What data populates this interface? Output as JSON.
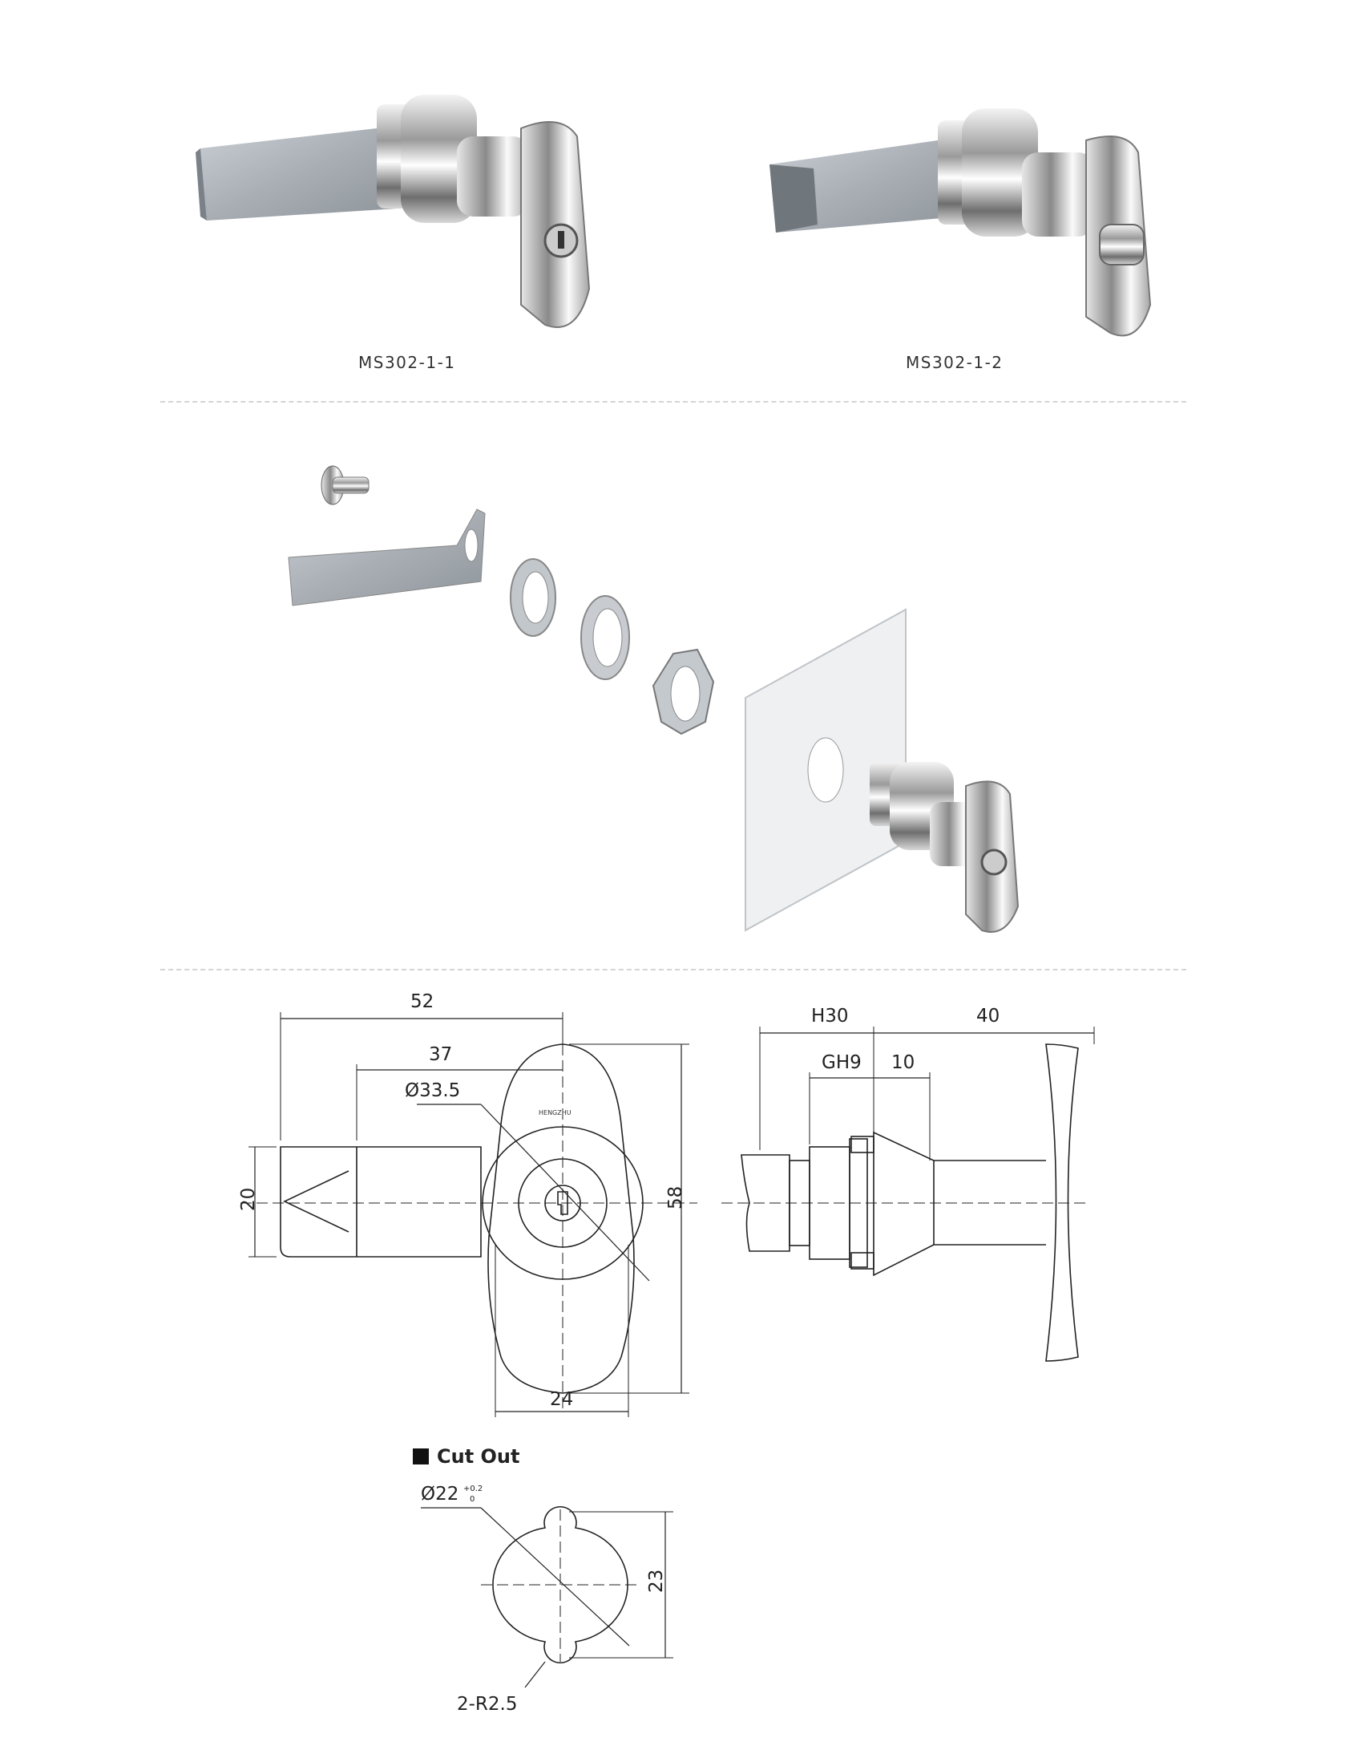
{
  "products": [
    {
      "model": "MS302-1-1"
    },
    {
      "model": "MS302-1-2"
    }
  ],
  "front_view": {
    "dim_overall_length": "52",
    "dim_body_length": "37",
    "dim_head_diameter": "Ø33.5",
    "dim_blade_width": "20",
    "dim_head_height": "58",
    "dim_head_width": "24",
    "brand_mark": "HENGZHU"
  },
  "side_view": {
    "dim_h": "H30",
    "dim_length": "40",
    "dim_gh": "GH9",
    "dim_thread": "10"
  },
  "cut_out": {
    "heading": "Cut Out",
    "dim_diameter": "Ø22",
    "tol_upper": "+0.2",
    "tol_lower": "0",
    "dim_height": "23",
    "dim_radius": "2-R2.5"
  }
}
